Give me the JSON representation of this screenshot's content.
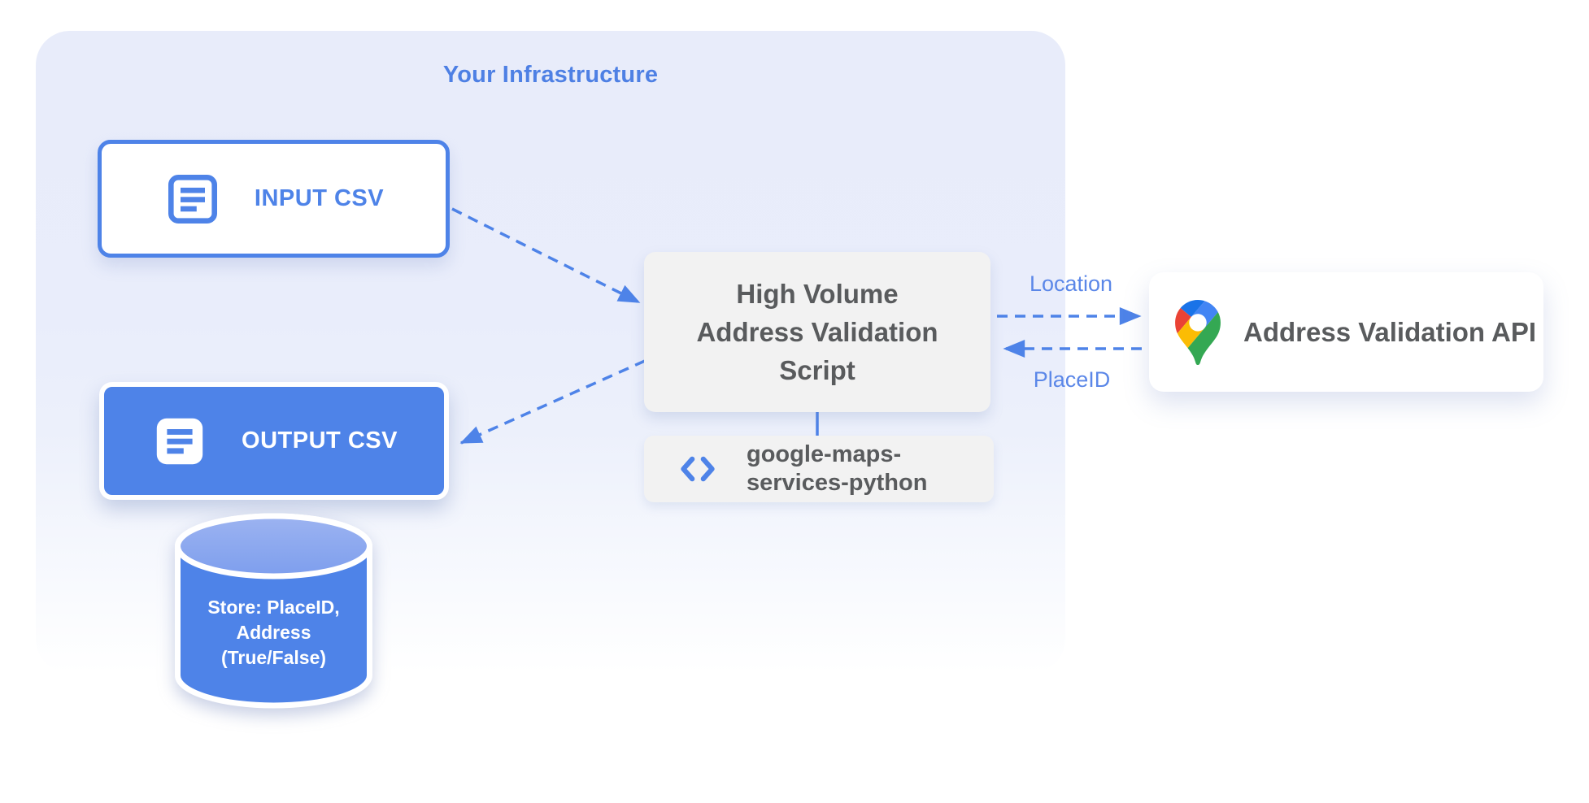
{
  "title": "Your Infrastructure",
  "colors": {
    "accent_blue": "#4e83e8",
    "edge_label_blue": "#5b87e8",
    "container_background": "#e9edfa",
    "node_gray_background": "#f2f2f2",
    "text_dark_gray": "#595b5d",
    "pin_red": "#ea4335",
    "pin_blue": "#4285f4",
    "pin_dark_blue": "#1a73e8",
    "pin_yellow": "#fbbc04",
    "pin_green": "#34a853"
  },
  "nodes": {
    "input_csv": {
      "label": "INPUT CSV",
      "icon": "document-icon"
    },
    "output_csv": {
      "label": "OUTPUT CSV",
      "icon": "document-icon"
    },
    "script": {
      "line1": "High Volume",
      "line2": "Address Validation",
      "line3": "Script"
    },
    "library": {
      "icon": "code-icon",
      "line1": "google-maps-",
      "line2": "services-python"
    },
    "api": {
      "icon": "google-maps-pin-icon",
      "label": "Address Validation API"
    },
    "datastore": {
      "line1": "Store: PlaceID,",
      "line2": "Address",
      "line3": "(True/False)"
    }
  },
  "edges": {
    "script_to_api_label": "Location",
    "api_to_script_label": "PlaceID"
  }
}
